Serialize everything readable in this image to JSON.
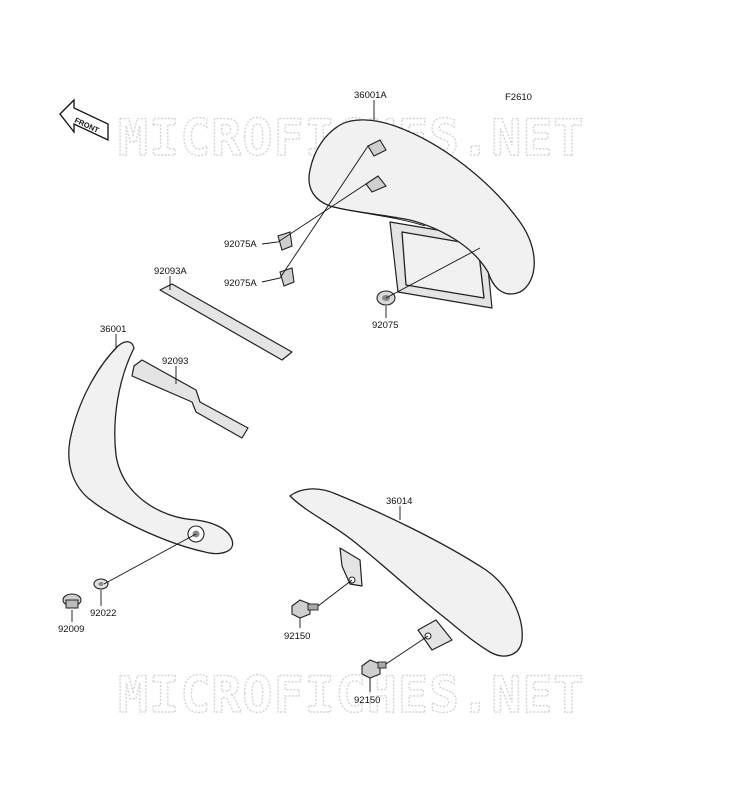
{
  "figure_code": "F2610",
  "front_arrow_label": "FRONT",
  "watermark_top": "MICROFICHES.NET",
  "watermark_bottom": "MICROFICHES.NET",
  "parts": {
    "p36001A": "36001A",
    "p92075A_upper": "92075A",
    "p92075A_lower": "92075A",
    "p92075": "92075",
    "p92093A": "92093A",
    "p36001": "36001",
    "p92093": "92093",
    "p36014": "36014",
    "p92009": "92009",
    "p92022": "92022",
    "p92150_upper": "92150",
    "p92150_lower": "92150"
  }
}
